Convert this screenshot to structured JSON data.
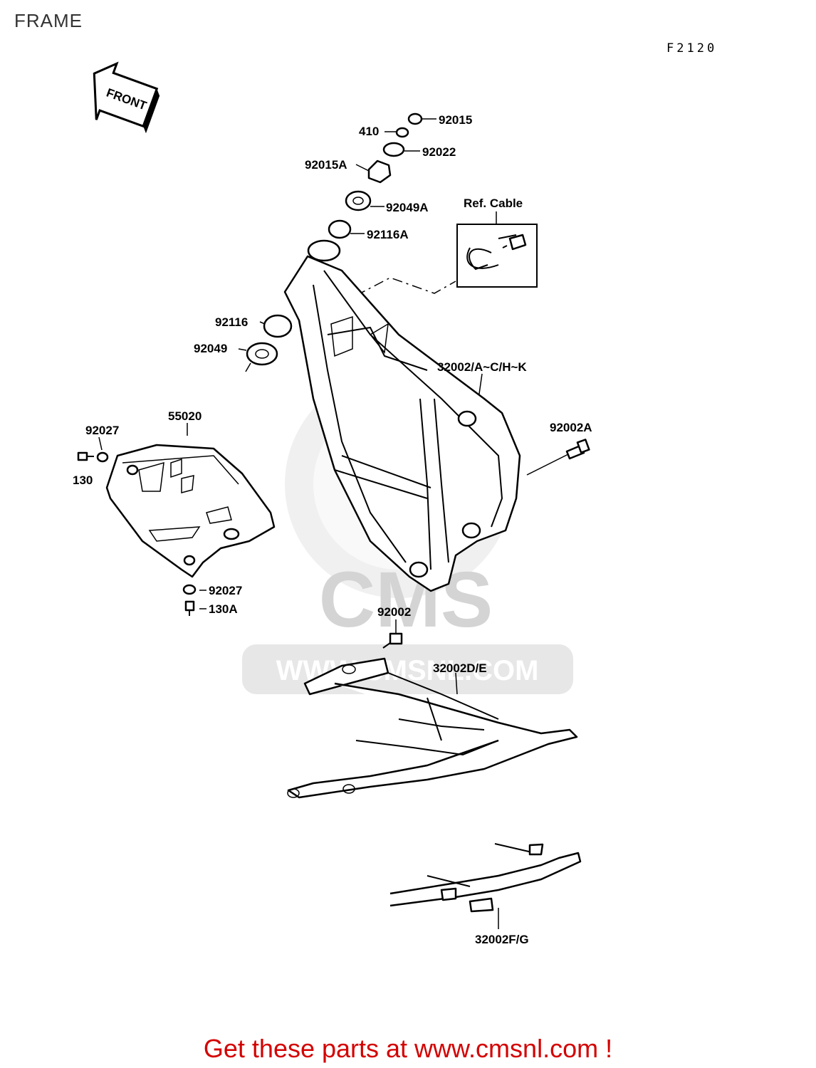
{
  "header": {
    "title": "FRAME",
    "figure_code": "F2120"
  },
  "front_arrow": {
    "label": "FRONT"
  },
  "ref_box": {
    "title": "Ref. Cable"
  },
  "watermark": {
    "text_big": "CMS",
    "text_url": "WWW.CMSNL.COM"
  },
  "parts": {
    "p92015": "92015",
    "p410": "410",
    "p92022": "92022",
    "p92015A": "92015A",
    "p92049A": "92049A",
    "p92116A": "92116A",
    "p92116": "92116",
    "p92049": "92049",
    "p32002_main": "32002/A~C/H~K",
    "p92002A": "92002A",
    "p55020": "55020",
    "p92027_top": "92027",
    "p130": "130",
    "p92027_bottom": "92027",
    "p130A": "130A",
    "p92002": "92002",
    "p32002DE": "32002D/E",
    "p32002FG": "32002F/G"
  },
  "footer": {
    "cta": "Get these parts at www.cmsnl.com !",
    "cta_color": "#d40000"
  }
}
